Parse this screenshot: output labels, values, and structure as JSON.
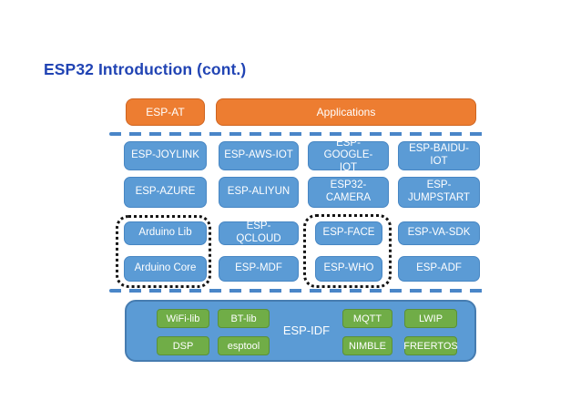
{
  "title": "ESP32 Introduction (cont.)",
  "top_layer": {
    "esp_at": "ESP-AT",
    "applications": "Applications"
  },
  "middle_layer": {
    "cells": [
      "ESP-JOYLINK",
      "ESP-AWS-IOT",
      "ESP-GOOGLE-\nIOT",
      "ESP-BAIDU-\nIOT",
      "ESP-AZURE",
      "ESP-ALIYUN",
      "ESP32-\nCAMERA",
      "ESP-\nJUMPSTART",
      "Arduino Lib",
      "ESP-QCLOUD",
      "ESP-FACE",
      "ESP-VA-SDK",
      "Arduino Core",
      "ESP-MDF",
      "ESP-WHO",
      "ESP-ADF"
    ],
    "dotted_groups": [
      "Arduino Lib + Arduino Core",
      "ESP-FACE + ESP-WHO"
    ]
  },
  "bottom_layer": {
    "label": "ESP-IDF",
    "components": [
      "WiFi-lib",
      "BT-lib",
      "MQTT",
      "LWIP",
      "DSP",
      "esptool",
      "NIMBLE",
      "FREERTOS"
    ]
  },
  "colors": {
    "title_blue": "#2144B4",
    "box_orange": "#ED7D31",
    "box_blue": "#5B9BD5",
    "box_green": "#70AD47",
    "dash_blue": "#4A86C8",
    "dotted_black": "#141414"
  }
}
